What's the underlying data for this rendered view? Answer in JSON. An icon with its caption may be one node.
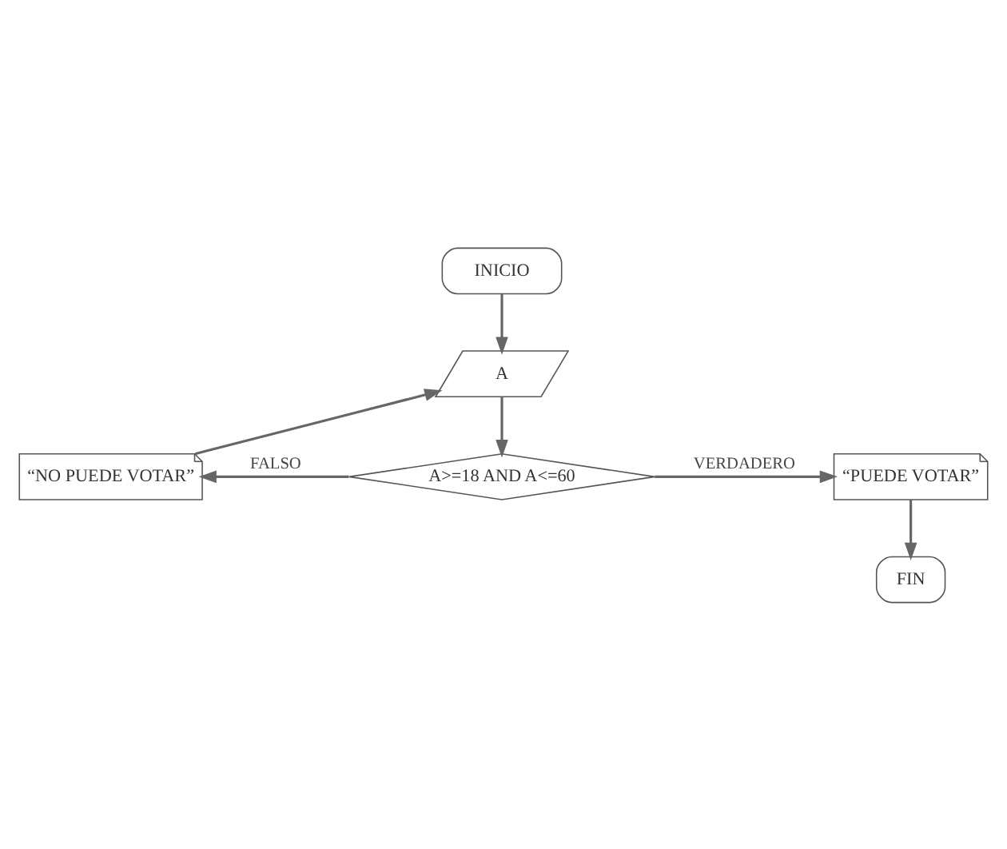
{
  "diagram": {
    "nodes": [
      {
        "text": [
          "INICIO"
        ]
      },
      {
        "text": [
          "A"
        ]
      },
      {
        "text": [
          "A>=18 AND A<=60"
        ]
      },
      {
        "text": [
          "“NO PUEDE VOTAR”"
        ]
      },
      {
        "text": [
          "“PUEDE VOTAR”"
        ]
      },
      {
        "text": [
          "FIN"
        ]
      }
    ],
    "edges": [
      {
        "from": 0,
        "to": 1,
        "arrow": "to"
      },
      {
        "from": 1,
        "to": 2,
        "arrow": "to"
      },
      {
        "from": 2,
        "to": 3,
        "arrow": "to",
        "label": "FALSO"
      },
      {
        "from": 3,
        "to": 1,
        "arrow": "to"
      },
      {
        "from": 2,
        "to": 4,
        "arrow": "to",
        "label": "VERDADERO"
      },
      {
        "from": 4,
        "to": 5,
        "arrow": "to"
      }
    ]
  }
}
